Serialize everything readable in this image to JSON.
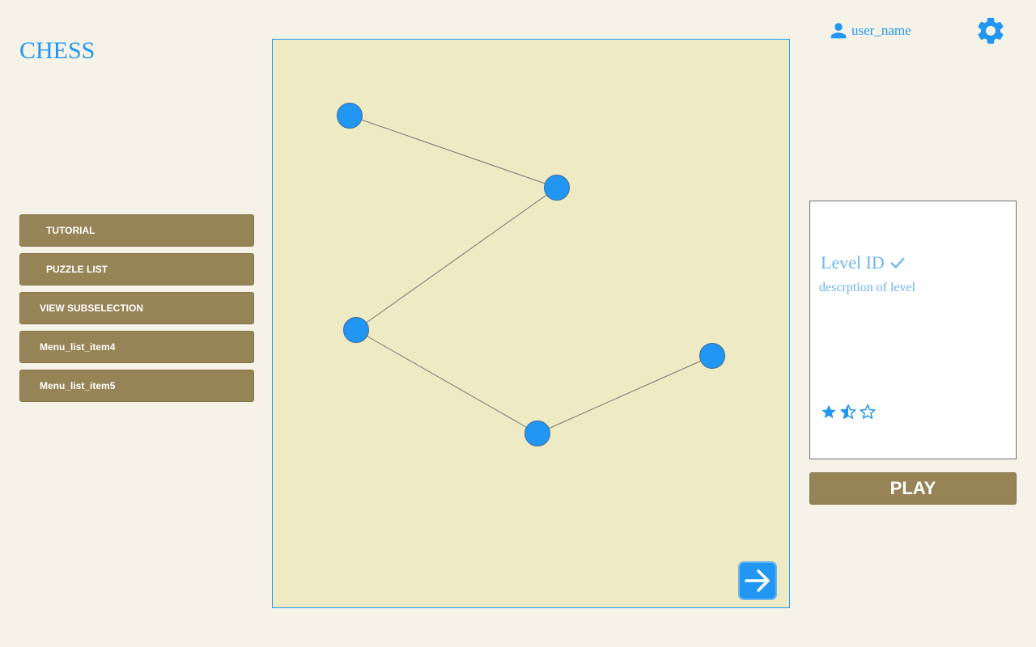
{
  "app": {
    "title": "CHESS"
  },
  "menu": {
    "items": [
      {
        "label": "TUTORIAL"
      },
      {
        "label": "PUZZLE LIST"
      },
      {
        "label": "VIEW SUBSELECTION"
      },
      {
        "label": "Menu_list_item4"
      },
      {
        "label": "Menu_list_item5"
      }
    ]
  },
  "user": {
    "name": "user_name",
    "icon": "person-icon"
  },
  "settings": {
    "icon": "gear-icon"
  },
  "level_map": {
    "node_count": 5,
    "node_color": "#2196f3",
    "next_icon": "arrow-right-icon"
  },
  "level_card": {
    "id_label": "Level ID",
    "completed_icon": "checkmark-icon",
    "description": "descrption of level",
    "rating": 1.5,
    "max_rating": 3
  },
  "play": {
    "label": "PLAY"
  },
  "colors": {
    "background": "#f5f3e7",
    "accent": "#2196f3",
    "button": "#968456",
    "map_background": "#eeeac4",
    "muted_accent": "#6cb6ef"
  }
}
